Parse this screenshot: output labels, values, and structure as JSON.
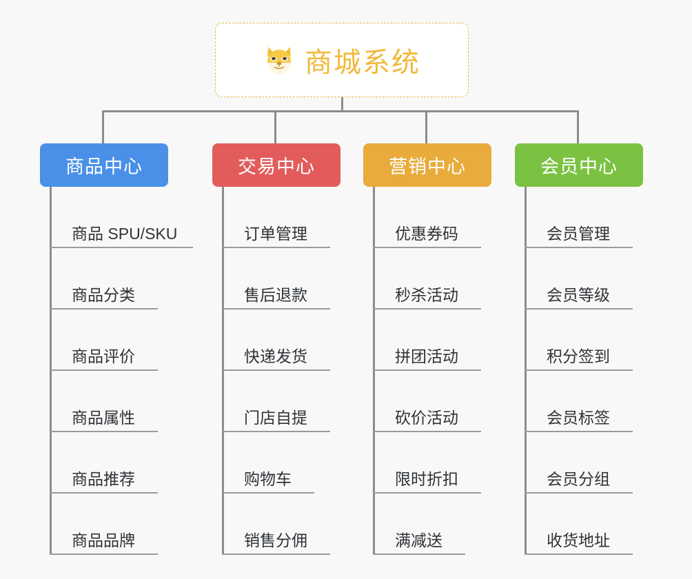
{
  "canvas": {
    "background_color": "#f8f8f9",
    "line_color": "#8c8c8c"
  },
  "root": {
    "icon": "shiba-dog-face-icon",
    "title": "商城系统",
    "text_color": "#f0b93d",
    "border_color": "#e8b84b",
    "background_color": "#ffffff"
  },
  "categories": [
    {
      "label": "商品中心",
      "color": "#4a90e8",
      "items": [
        "商品 SPU/SKU",
        "商品分类",
        "商品评价",
        "商品属性",
        "商品推荐",
        "商品品牌"
      ]
    },
    {
      "label": "交易中心",
      "color": "#e25c5c",
      "items": [
        "订单管理",
        "售后退款",
        "快递发货",
        "门店自提",
        "购物车",
        "销售分佣"
      ]
    },
    {
      "label": "营销中心",
      "color": "#e8ab3c",
      "items": [
        "优惠券码",
        "秒杀活动",
        "拼团活动",
        "砍价活动",
        "限时折扣",
        "满减送"
      ]
    },
    {
      "label": "会员中心",
      "color": "#7cc242",
      "items": [
        "会员管理",
        "会员等级",
        "积分签到",
        "会员标签",
        "会员分组",
        "收货地址"
      ]
    }
  ]
}
